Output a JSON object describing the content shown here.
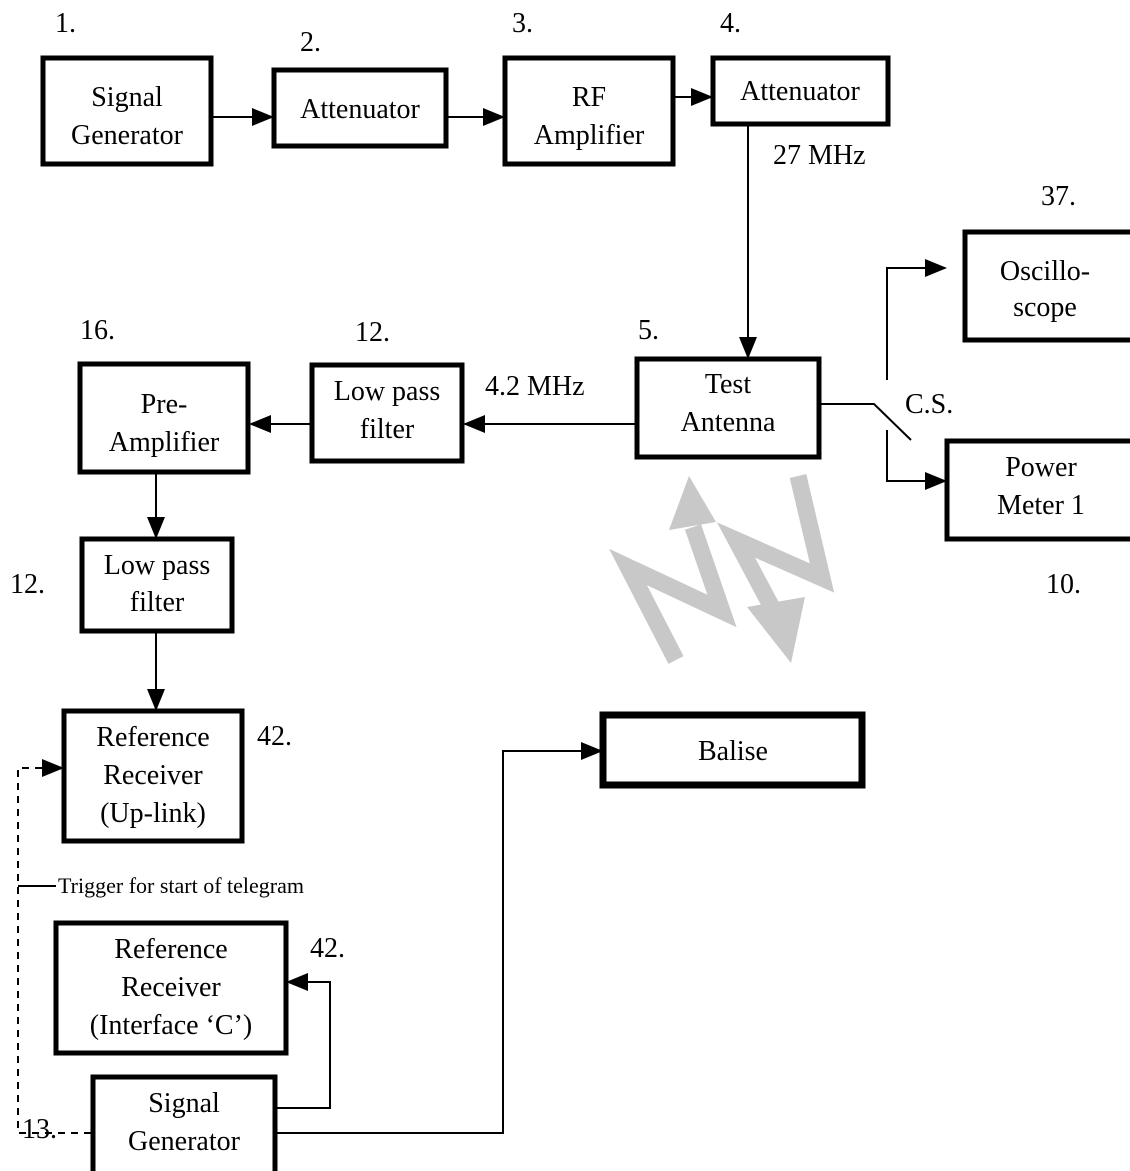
{
  "blocks": {
    "signal_generator_top": {
      "number": "1.",
      "lines": [
        "Signal",
        "Generator"
      ]
    },
    "attenuator_2": {
      "number": "2.",
      "lines": [
        "Attenuator"
      ]
    },
    "rf_amplifier": {
      "number": "3.",
      "lines": [
        "RF",
        "Amplifier"
      ]
    },
    "attenuator_4": {
      "number": "4.",
      "lines": [
        "Attenuator"
      ]
    },
    "oscilloscope": {
      "number": "37.",
      "lines": [
        "Oscillo-",
        "scope"
      ]
    },
    "test_antenna": {
      "number": "5.",
      "lines": [
        "Test",
        "Antenna"
      ]
    },
    "power_meter": {
      "number": "10.",
      "lines": [
        "Power",
        "Meter 1"
      ]
    },
    "low_pass_filter_top": {
      "number": "12.",
      "lines": [
        "Low pass",
        "filter"
      ]
    },
    "pre_amplifier": {
      "number": "16.",
      "lines": [
        "Pre-",
        "Amplifier"
      ]
    },
    "low_pass_filter_left": {
      "number": "12.",
      "lines": [
        "Low pass",
        "filter"
      ]
    },
    "reference_receiver_uplink": {
      "number": "42.",
      "lines": [
        "Reference",
        "Receiver",
        "(Up-link)"
      ]
    },
    "balise": {
      "lines": [
        "Balise"
      ]
    },
    "reference_receiver_interface_c": {
      "number": "42.",
      "lines": [
        "Reference",
        "Receiver",
        "(Interface ‘C’)"
      ]
    },
    "signal_generator_bottom": {
      "number": "13.",
      "lines": [
        "Signal",
        "Generator"
      ]
    }
  },
  "annotations": {
    "freq_27mhz": "27 MHz",
    "freq_4_2mhz": "4.2 MHz",
    "coax_switch": "C.S.",
    "trigger_note": "Trigger for start of telegram"
  }
}
